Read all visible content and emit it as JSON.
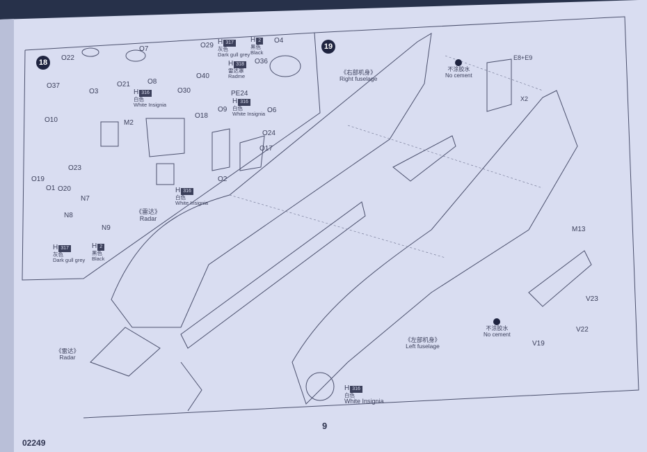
{
  "page": {
    "number": "9",
    "code": "02249"
  },
  "colors": {
    "paper": "#d9ddf1",
    "ink": "#3b3f5a",
    "background": "#27314a"
  },
  "step18": {
    "number": "18",
    "parts": [
      "O22",
      "O7",
      "O29",
      "O4",
      "O3",
      "O37",
      "O21",
      "O8",
      "O30",
      "O40",
      "O36",
      "PE24",
      "O6",
      "O9",
      "O18",
      "O10",
      "M2",
      "O24",
      "O17",
      "O23",
      "O19",
      "O1",
      "O20",
      "O2",
      "N7",
      "N8",
      "N9"
    ],
    "radar_cn": "《雷达》",
    "radar_en": "Radar",
    "paints": [
      {
        "code": "H",
        "num": "317",
        "cn": "灰色",
        "en": "Dark gull grey"
      },
      {
        "code": "H",
        "num": "2",
        "cn": "黑色",
        "en": "Black"
      },
      {
        "code": "H",
        "num": "318",
        "cn": "雷达罩",
        "en": "Radme"
      },
      {
        "code": "H",
        "num": "316",
        "cn": "白色",
        "en": "White Insignia"
      },
      {
        "code": "H",
        "num": "316",
        "cn": "白色",
        "en": "White Insignia"
      },
      {
        "code": "H",
        "num": "316",
        "cn": "白色",
        "en": "White Insignia"
      },
      {
        "code": "H",
        "num": "317",
        "cn": "灰色",
        "en": "Dark gull grey"
      },
      {
        "code": "H",
        "num": "2",
        "cn": "黑色",
        "en": "Black"
      }
    ]
  },
  "step19": {
    "number": "19",
    "right_fuselage_cn": "《右部机身》",
    "right_fuselage_en": "Right fuselage",
    "left_fuselage_cn": "《左部机身》",
    "left_fuselage_en": "Left fuselage",
    "radar_cn": "《雷达》",
    "radar_en": "Radar",
    "no_cement_cn": "不涂胶水",
    "no_cement_en": "No cement",
    "parts": [
      "E8+E9",
      "X2",
      "M13",
      "V23",
      "V22",
      "V19"
    ],
    "paint": {
      "code": "H",
      "num": "316",
      "cn": "白色",
      "en": "White Insignia"
    }
  }
}
